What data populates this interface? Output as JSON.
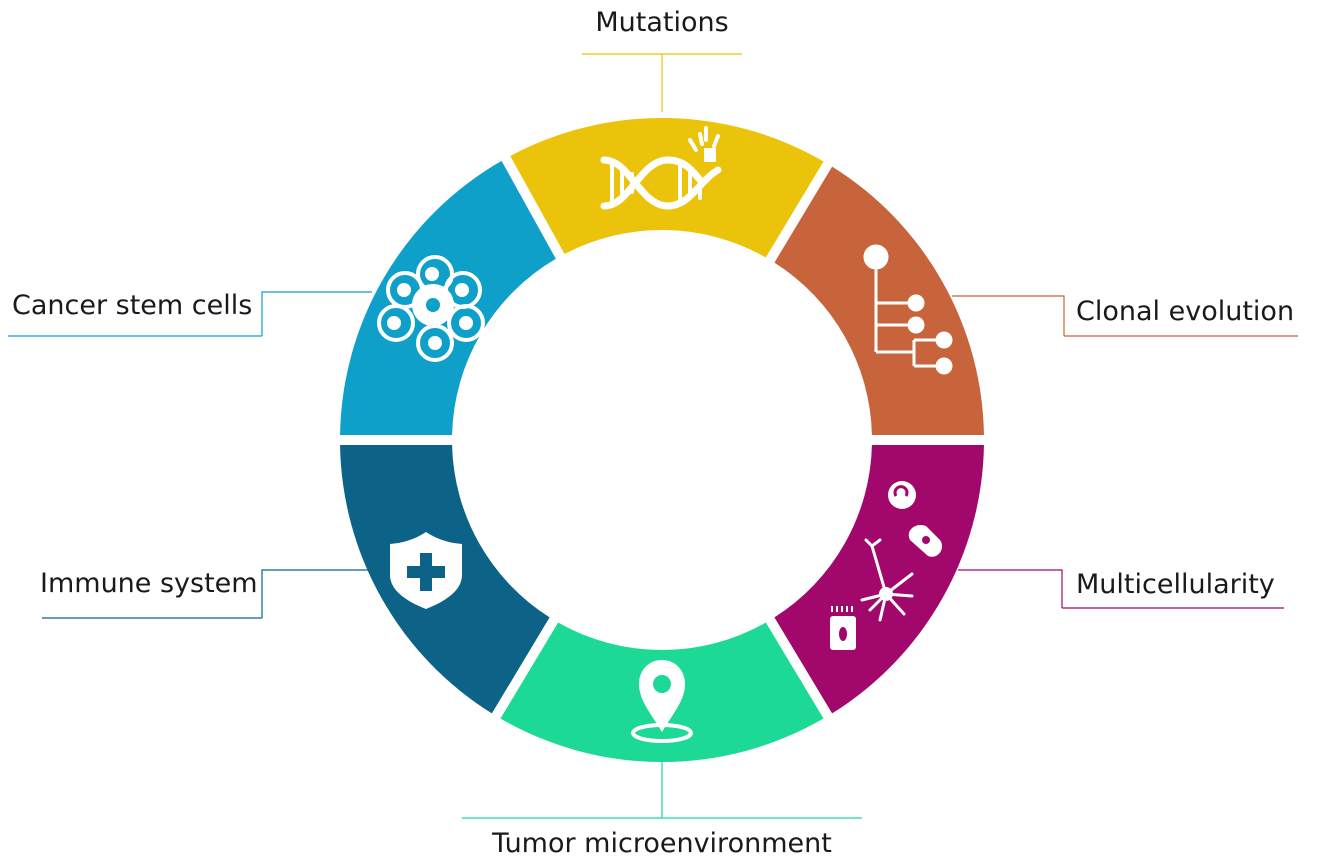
{
  "segments": [
    {
      "id": "mutations",
      "label": "Mutations",
      "color": "#ECC30B",
      "icon": "dna-icon"
    },
    {
      "id": "clonal-evolution",
      "label": "Clonal evolution",
      "color": "#C8643B",
      "icon": "clone-tree-icon"
    },
    {
      "id": "multicellularity",
      "label": "Multicellularity",
      "color": "#A2086C",
      "icon": "cells-icon"
    },
    {
      "id": "tumor-microenvironment",
      "label": "Tumor microenvironment",
      "color": "#1DD996",
      "icon": "location-pin-icon"
    },
    {
      "id": "immune-system",
      "label": "Immune system",
      "color": "#0C6387",
      "icon": "shield-plus-icon"
    },
    {
      "id": "cancer-stem-cells",
      "label": "Cancer stem cells",
      "color": "#0EA0C8",
      "icon": "stem-cells-icon"
    }
  ]
}
